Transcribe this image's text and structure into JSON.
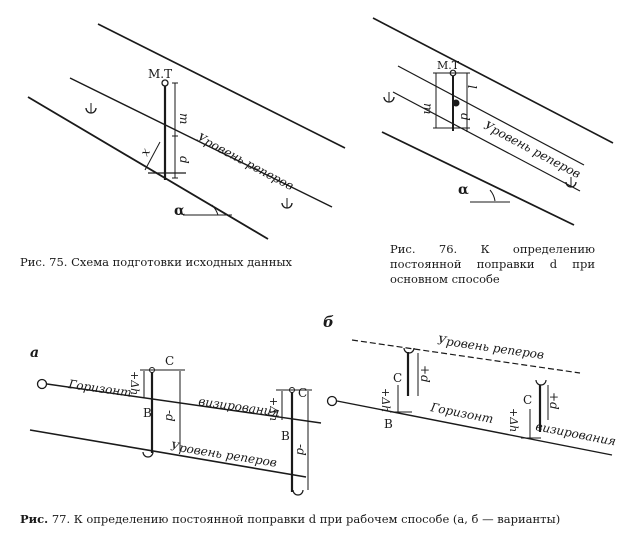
{
  "figure75": {
    "point_label": "М.Т",
    "segment_labels": {
      "m": "m",
      "d": "d",
      "x": "x"
    },
    "level_label": "Уровень реперов",
    "angle_label": "α",
    "caption": "Рис. 75. Схема подготовки исходных данных"
  },
  "figure76": {
    "point_label": "М.Т",
    "segment_labels": {
      "m": "m",
      "l": "l",
      "d": "d"
    },
    "level_label": "Уровень реперов",
    "angle_label": "α",
    "caption": "Рис. 76. К определению постоянной поправки d при основном способе"
  },
  "figure77": {
    "variant_a": {
      "marker": "а",
      "horizon_label": "Горизонт",
      "sighting_label": "визирования",
      "level_label": "Уровень реперов",
      "point_c": "C",
      "point_b": "B",
      "delta_h": "+Δh",
      "delta_h_right": "+Δh",
      "d_left": "-d",
      "d_right": "-d"
    },
    "variant_b": {
      "marker": "б",
      "level_label": "Уровень реперов",
      "horizon_label": "Горизонт",
      "sighting_label": "визирования",
      "point_c": "C",
      "point_b": "B",
      "delta_h": "+Δh",
      "delta_h_right": "+Δh",
      "d_left": "+d",
      "d_right": "+d"
    },
    "caption_label": "Рис.",
    "caption_text": "77. К определению постоянной поправки d при рабочем способе (а, б — варианты)"
  }
}
